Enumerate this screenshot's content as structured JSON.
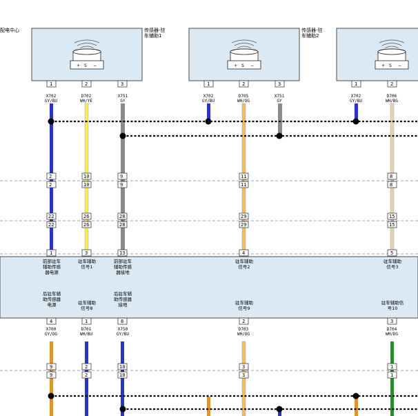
{
  "diagram": {
    "corner_label": "配电中心",
    "sensors": [
      {
        "name_line1": "传感器-驻",
        "name_line2": "车辅助1"
      },
      {
        "name_line1": "传感器-驻",
        "name_line2": "车辅助2"
      },
      {
        "name_line1": "",
        "name_line2": ""
      }
    ],
    "sensor_symbol": {
      "plus": "+",
      "s": "S",
      "minus": "−"
    },
    "upper_wires": [
      {
        "id": "s1p1",
        "pin": "1",
        "code": "X702",
        "color": "GY/BU",
        "fill": "#2a35c8",
        "mid1": "2",
        "mid2": "22",
        "ctrl": "1"
      },
      {
        "id": "s1p2",
        "pin": "2",
        "code": "D702",
        "color": "WH/YE",
        "fill": "#f5ef4a",
        "mid1": "10",
        "mid2": "26",
        "ctrl": "3"
      },
      {
        "id": "s1p3",
        "pin": "3",
        "code": "X751",
        "color": "GY",
        "fill": "#8a8a8a",
        "mid1": "9",
        "mid2": "28",
        "ctrl": "13"
      },
      {
        "id": "s2p1",
        "pin": "1",
        "code": "X702",
        "color": "GY/BU",
        "fill": "#2a35c8"
      },
      {
        "id": "s2p2",
        "pin": "2",
        "code": "D705",
        "color": "WH/OG",
        "fill": "#f0be5a",
        "mid1": "11",
        "mid2": "29",
        "ctrl": "4"
      },
      {
        "id": "s2p3",
        "pin": "3",
        "code": "X751",
        "color": "GY",
        "fill": "#8a8a8a"
      },
      {
        "id": "s3p1",
        "pin": "1",
        "code": "X702",
        "color": "GY/BU",
        "fill": "#2a35c8"
      },
      {
        "id": "s3p2",
        "pin": "2",
        "code": "D706",
        "color": "WH/BG",
        "fill": "#e6d3b0",
        "mid1": "8",
        "mid2": "15",
        "ctrl": "5"
      }
    ],
    "control_labels_top": [
      {
        "text1": "前部驻车",
        "text2": "辅助传感",
        "text3": "器电源"
      },
      {
        "text1": "驻车辅助",
        "text2": "信号1",
        "text3": ""
      },
      {
        "text1": "前部驻车",
        "text2": "辅助传感",
        "text3": "器接地"
      },
      {
        "text1": "驻车辅助",
        "text2": "信号2",
        "text3": ""
      },
      {
        "text1": "驻车辅助",
        "text2": "信号3",
        "text3": ""
      }
    ],
    "control_labels_bottom": [
      {
        "text1": "后驻车辅",
        "text2": "助传感器",
        "text3": "电源"
      },
      {
        "text1": "驻车辅助",
        "text2": "信号8",
        "text3": ""
      },
      {
        "text1": "后驻车辅",
        "text2": "助传感器",
        "text3": "接地"
      },
      {
        "text1": "驻车辅助",
        "text2": "信号9",
        "text3": ""
      },
      {
        "text1": "驻车辅助信",
        "text2": "号10",
        "text3": ""
      }
    ],
    "lower_wires": [
      {
        "id": "l1",
        "ctrl": "4",
        "code": "X700",
        "color": "GY/OG",
        "fill": "#d8962e",
        "mid": "9"
      },
      {
        "id": "l2",
        "ctrl": "1",
        "code": "D701",
        "color": "WH/BU",
        "fill": "#2a35c8",
        "mid": "2"
      },
      {
        "id": "l3",
        "ctrl": "8",
        "code": "X750",
        "color": "GY/BU",
        "fill": "#2a35c8",
        "mid": "10"
      },
      {
        "id": "l4",
        "ctrl": "2",
        "code": "D703",
        "color": "WH/OG",
        "fill": "#f0be5a",
        "mid": "3"
      },
      {
        "id": "l5",
        "ctrl": "3",
        "code": "D704",
        "color": "WH/DG",
        "fill": "#2f8a2f",
        "mid": "1"
      }
    ],
    "colors": {
      "sensor_box": "#dbe9f5",
      "control_band": "#dbe9f5",
      "border": "#222222"
    }
  }
}
